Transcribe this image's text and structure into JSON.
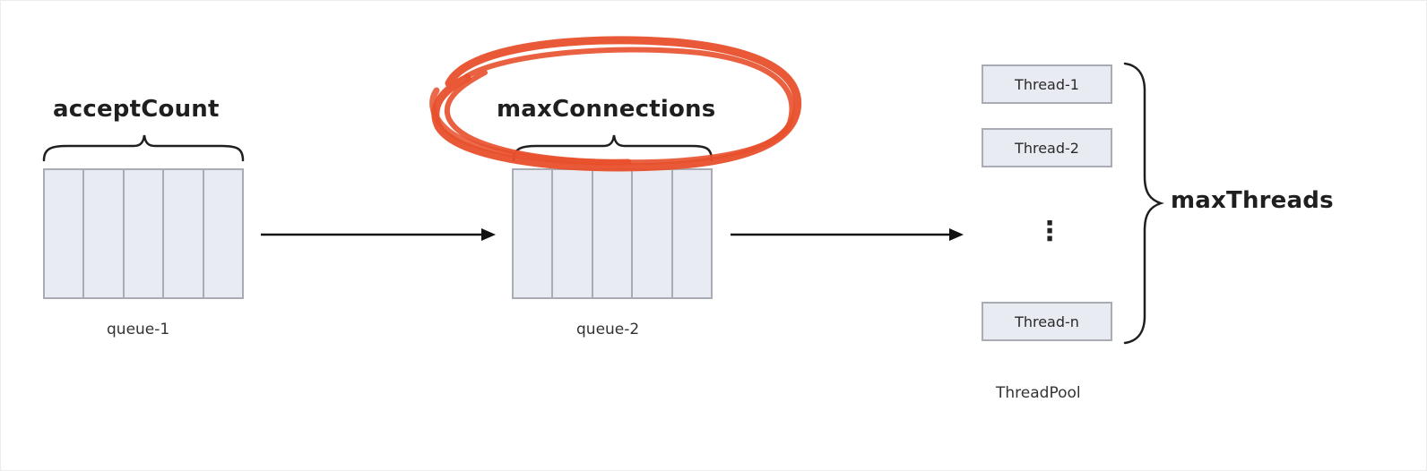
{
  "queue1": {
    "title": "acceptCount",
    "caption": "queue-1",
    "slot_count": 5
  },
  "queue2": {
    "title": "maxConnections",
    "caption": "queue-2",
    "slot_count": 5
  },
  "thread_pool": {
    "threads": [
      "Thread-1",
      "Thread-2",
      "Thread-n"
    ],
    "ellipsis": "⋮",
    "brace_label": "maxThreads",
    "caption": "ThreadPool"
  },
  "colors": {
    "slot_fill": "#e8ebf2",
    "slot_border": "#a9acb4",
    "arrow": "#111111",
    "highlight_circle": "#e8502c"
  }
}
